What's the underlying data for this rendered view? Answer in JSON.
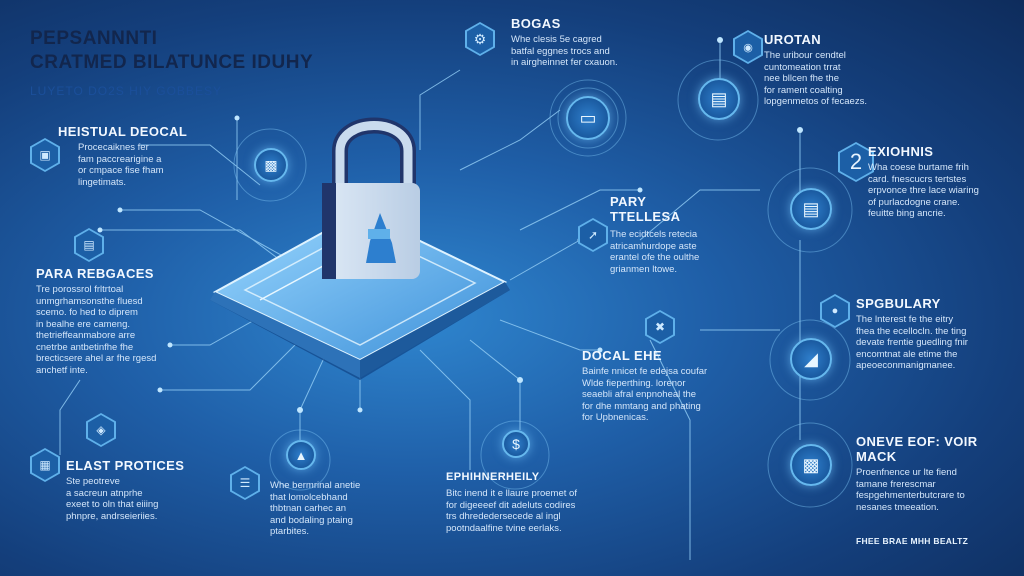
{
  "title": {
    "line1": "PEPSANNNTI",
    "line2": "CRATMED BILATUNCE IDUHY",
    "subtitle": "LUYETO  DO2S  HIY  GOBBESY"
  },
  "blocks": {
    "bogas": {
      "heading": "BOGAS",
      "body": [
        "Whe clesis 5e cagred",
        "batfal eggnes trocs and",
        "in airgheinnet fer cxauon."
      ]
    },
    "urotan": {
      "heading": "UROTAN",
      "body": [
        "The uribour cendtel",
        "cuntomeation trrat",
        "nee bllcen fhe the",
        "for rament coalting",
        "lopgenmetos of fecaezs."
      ]
    },
    "heistual": {
      "heading": "HEISTUAL DEOCAL",
      "body": [
        "Procecaiknes fer",
        "fam paccrearigine a",
        "or cmpace fise fham",
        "lingetimats."
      ]
    },
    "exiohnis": {
      "heading": "EXIOHNIS",
      "body": [
        "Wha coese burtame frih",
        "card. fnescucrs tertstes",
        "erpvonce thre lace wiaring",
        "of purlacdogne crane.",
        "feuitte bing ancrie."
      ]
    },
    "pary": {
      "heading": "PARY TTELLESA",
      "body": [
        "The ecidtcels retecia",
        "atricamhurdope aste",
        "erantel ofe the oulthe",
        "grianmen ltowe."
      ]
    },
    "para": {
      "heading": "PARA REBGACES",
      "body": [
        "Tre porossrol frltrtoal",
        "unmgrhamsonsthe fluesd",
        "scemo. fo hed to diprem",
        "in bealhe ere cameng.",
        "thetrieffeanmabore arre",
        "cnetrbe antbetinfhe fhe",
        "brecticsere ahel ar fhe rgesd",
        "anchetf inte."
      ]
    },
    "spgbulary": {
      "heading": "SPGBULARY",
      "body": [
        "The lnterest fe the eitry",
        "fhea the ecellocln. the ting",
        "devate frentie guedling fnir",
        "encomtnat ale etime the",
        "apeoeconmanigmanee."
      ]
    },
    "docal": {
      "heading": "DOCAL EHE",
      "body": [
        "Bainfe nnicet fe edejsa coufar",
        "Wlde fieperthing. lorenor",
        "seaebli afral enpnoheal the",
        "for dhe mmtang and phating",
        "for Upbnenicas."
      ]
    },
    "onevc": {
      "heading": "ONEVE EOF: VOIR MACK",
      "body": [
        "Proenfnence ur lte fiend",
        "tamane frerescmar",
        "fespgehmenterbutcrare to",
        "nesanes tmeeation."
      ]
    },
    "elast": {
      "heading": "ELAST PROTICES",
      "body": [
        "Ste peotreve",
        "a sacreun atnprhe",
        "exeet to oln that eiiing",
        "phnpre, andrseieriies."
      ]
    },
    "whe": {
      "heading": "",
      "body": [
        "Whe bermrinal anetie",
        "that lomolcebhand",
        "thbtnan carhec an",
        "and bodaling ptaing",
        "ptarbites."
      ]
    },
    "eph": {
      "heading": "EPHIHNERHEILY",
      "body": [
        "Bitc inend it e llaure proemet of",
        "for digeeeef dit adeluts codires",
        "trs dhrededersecede al ingl",
        "pootndaalfine tvine eerlaks."
      ]
    }
  },
  "number_badge": "2",
  "footer": "FHEE BRAE MHH BEALTZ",
  "colors": {
    "background": "#1f5fa8",
    "accent": "#5fb0ea",
    "title": "#12264d",
    "text": "#d4e6fa"
  },
  "icons": [
    "gear-icon",
    "bell-icon",
    "document-icon",
    "monitor-icon",
    "lock-icon",
    "tag-icon",
    "shield-icon",
    "dollar-icon",
    "drink-icon",
    "calendar-icon",
    "arrow-icon",
    "book-icon"
  ]
}
